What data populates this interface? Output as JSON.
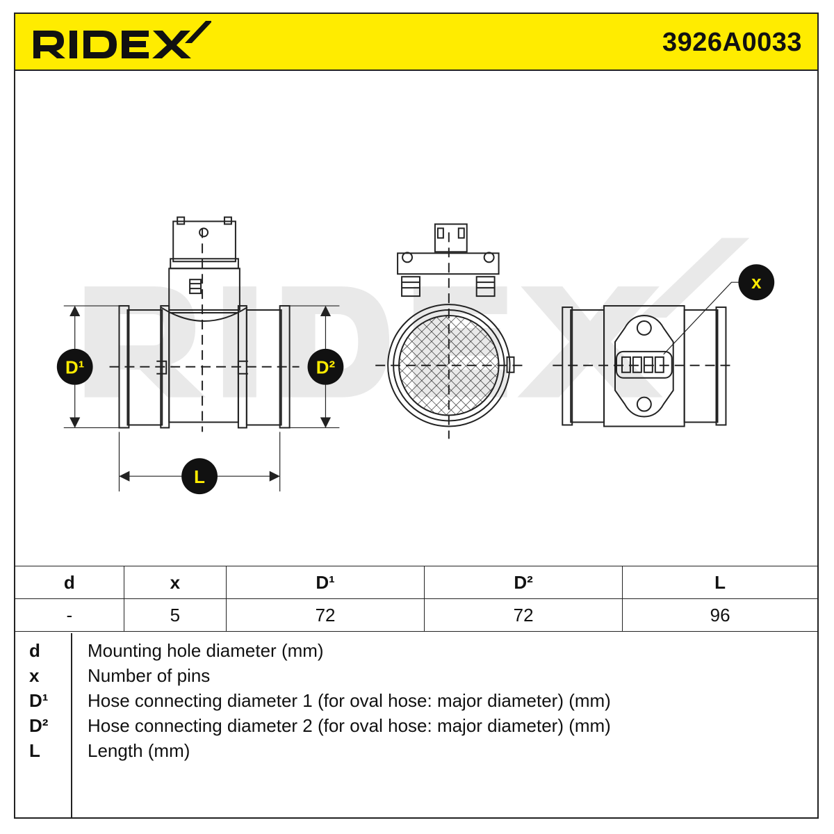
{
  "header": {
    "brand": "RIDEX",
    "part_number": "3926A0033",
    "brand_color": "#ffec00"
  },
  "drawing": {
    "labels": {
      "d1": "D¹",
      "d2": "D²",
      "length": "L",
      "pins": "x"
    },
    "watermark": "RIDEX"
  },
  "spec_table": {
    "headers": [
      "d",
      "x",
      "D¹",
      "D²",
      "L"
    ],
    "values": [
      "-",
      "5",
      "72",
      "72",
      "96"
    ]
  },
  "legend": [
    {
      "key": "d",
      "desc": "Mounting hole diameter (mm)"
    },
    {
      "key": "x",
      "desc": "Number of pins"
    },
    {
      "key": "D¹",
      "desc": "Hose connecting diameter 1 (for oval hose: major diameter) (mm)"
    },
    {
      "key": "D²",
      "desc": "Hose connecting diameter 2 (for oval hose: major diameter) (mm)"
    },
    {
      "key": "L",
      "desc": "Length (mm)"
    }
  ]
}
